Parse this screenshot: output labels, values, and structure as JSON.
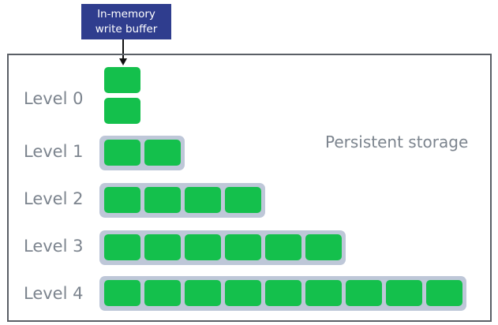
{
  "write_buffer": {
    "line1": "In-memory",
    "line2": "write buffer"
  },
  "storage": {
    "label": "Persistent storage"
  },
  "levels": [
    {
      "label": "Level 0",
      "blocks": 2
    },
    {
      "label": "Level 1",
      "blocks": 2
    },
    {
      "label": "Level 2",
      "blocks": 4
    },
    {
      "label": "Level 3",
      "blocks": 6
    },
    {
      "label": "Level 4",
      "blocks": 9
    }
  ],
  "colors": {
    "buffer": "#2f3d8e",
    "block": "#14c04c",
    "level_bar": "#bec7d8",
    "label_text": "#7c848e"
  }
}
